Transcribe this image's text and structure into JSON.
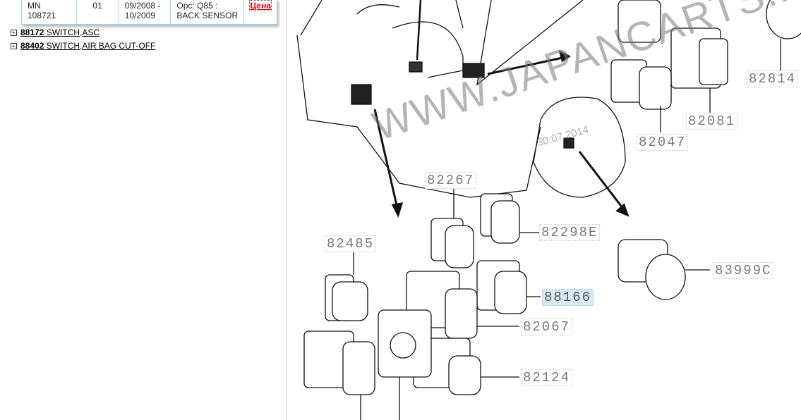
{
  "parts_table": {
    "row": {
      "part_number": "MN 108721",
      "qty": "01",
      "date_range": "09/2008 - 10/2009",
      "note": "Opc: Q85 : BACK SENSOR",
      "price_link": "Цена"
    }
  },
  "tree_items": [
    {
      "code": "88172",
      "name": "SWITCH,ASC"
    },
    {
      "code": "88402",
      "name": "SWITCH,AIR BAG CUT-OFF"
    }
  ],
  "diagram": {
    "watermark": "WWW.JAPANCARTS.RU",
    "date_stamp": "30.07.2014",
    "labels": [
      "82814",
      "82081",
      "82047",
      "82267",
      "82298E",
      "82485",
      "83999C",
      "88166",
      "82067",
      "82124"
    ],
    "highlighted_label": "88166"
  }
}
